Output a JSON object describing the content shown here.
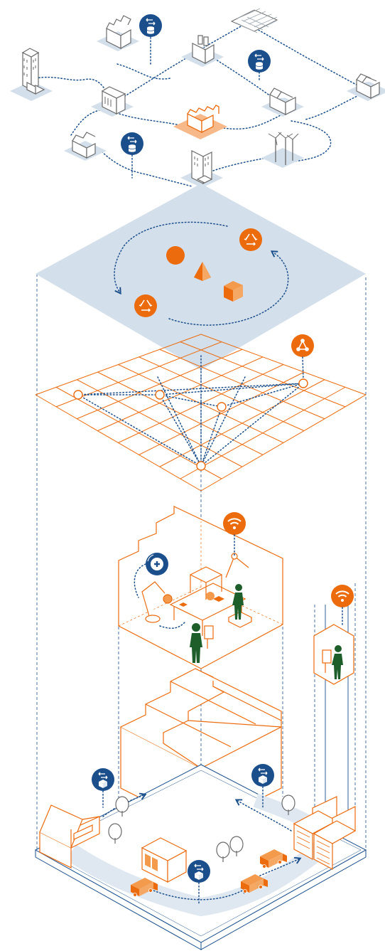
{
  "diagram": {
    "colors": {
      "accent_orange": "#ec6b0d",
      "navy_blue": "#1b4f8c",
      "pale_blue": "#d3dfeb",
      "worker_green": "#1d5e2a",
      "outline_gray": "#6a6a6a"
    },
    "layers": [
      "network-of-sites",
      "circular-economy-platform",
      "digital-network-grid",
      "production-cell",
      "factory-building",
      "logistics-base"
    ],
    "icons": [
      "data-exchange-icon",
      "recycle-icon",
      "network-share-icon",
      "wifi-icon",
      "maintenance-icon",
      "package-exchange-icon"
    ]
  }
}
